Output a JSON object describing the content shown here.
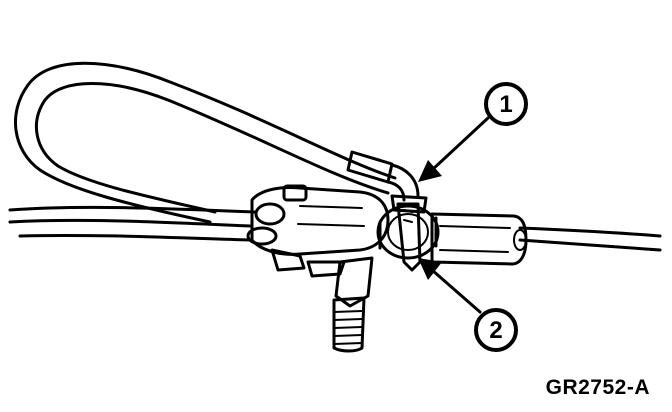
{
  "callouts": [
    {
      "id": "1"
    },
    {
      "id": "2"
    }
  ],
  "figure_id": "GR2752-A"
}
